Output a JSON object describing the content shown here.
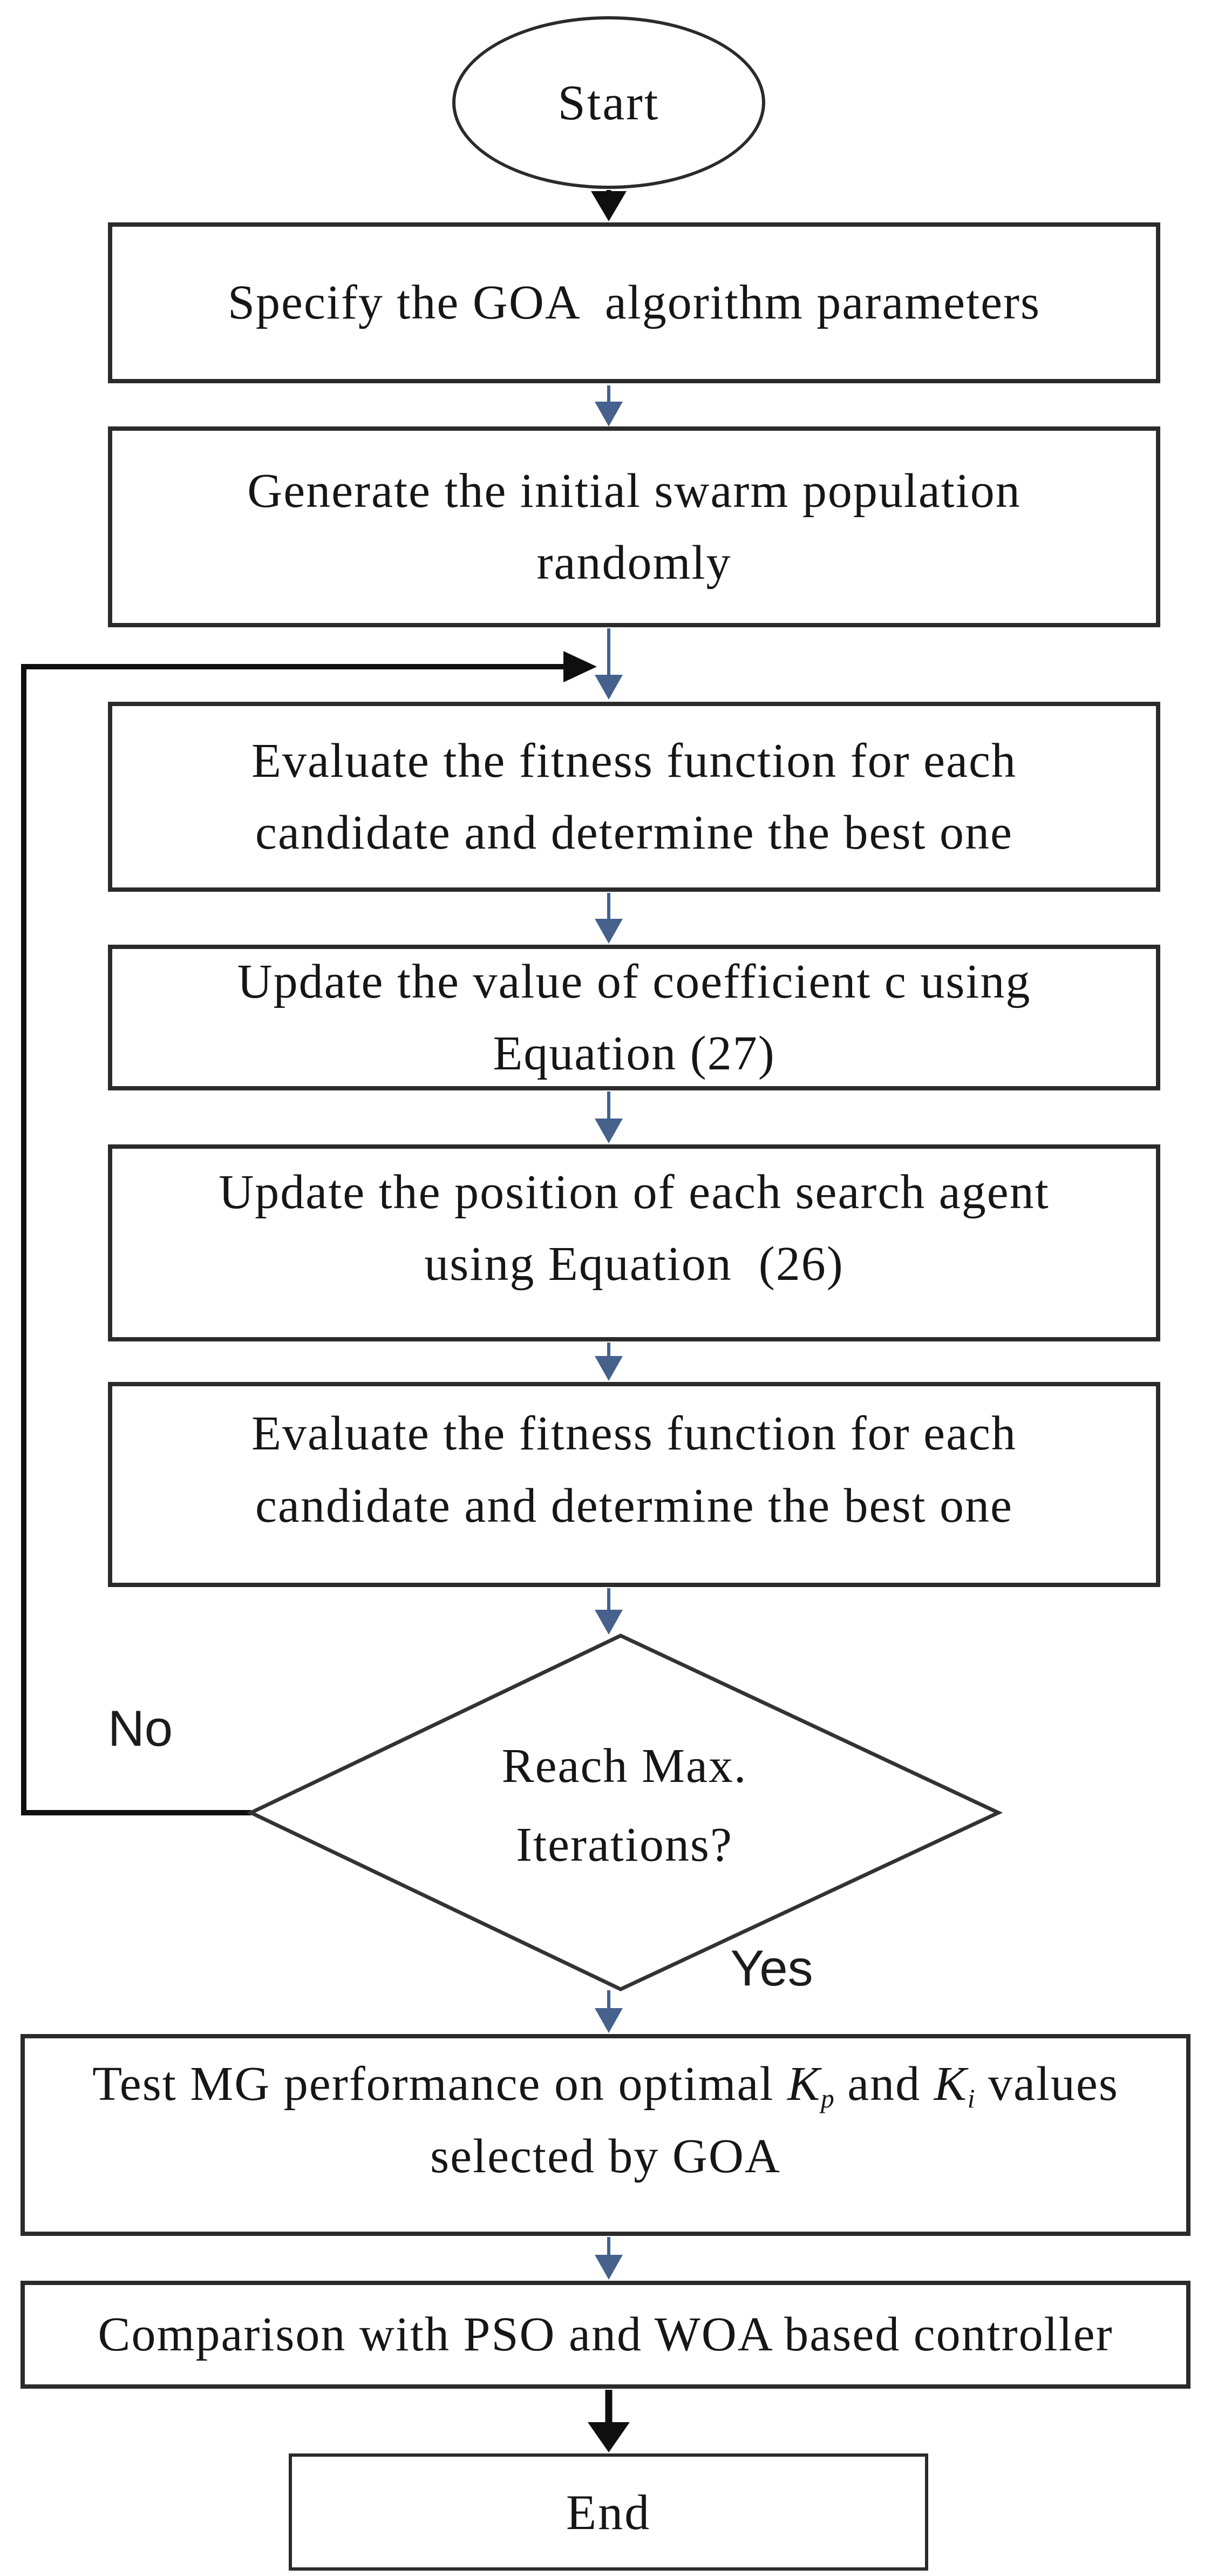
{
  "figure": {
    "type": "flowchart",
    "title": "GOA algorithm flowchart",
    "background": "#ffffff"
  },
  "colors": {
    "shape_border": "#2b2b2b",
    "text": "#161616",
    "arrow_blue": "#45618c",
    "arrow_black": "#0f0f0f"
  },
  "nodes": {
    "start": {
      "label": "Start"
    },
    "step1": {
      "lines": [
        "Specify the GOA  algorithm parameters"
      ]
    },
    "step2": {
      "lines": [
        "Generate the initial swarm population",
        "randomly"
      ]
    },
    "step3": {
      "lines": [
        "Evaluate the fitness function for each",
        "candidate and determine the best one"
      ]
    },
    "step4": {
      "lines": [
        "Update the value of coefficient c using",
        "Equation (27)"
      ]
    },
    "step5": {
      "lines": [
        "Update the position of each search agent",
        "using Equation  (26)"
      ]
    },
    "step6": {
      "lines": [
        "Evaluate the fitness function for each",
        "candidate and determine the best one"
      ]
    },
    "decision": {
      "lines": [
        "Reach Max.",
        "Iterations?"
      ],
      "no_label": "No",
      "yes_label": "Yes"
    },
    "step7": {
      "line1_prefix": "Test MG performance on optimal ",
      "k1": "K",
      "k1_sub": "p",
      "line1_mid": " and ",
      "k2": "K",
      "k2_sub": "i",
      "line1_suffix": " values",
      "line2": "selected by GOA"
    },
    "step8": {
      "lines": [
        "Comparison with PSO and WOA based controller"
      ]
    },
    "end": {
      "label": "End"
    }
  }
}
